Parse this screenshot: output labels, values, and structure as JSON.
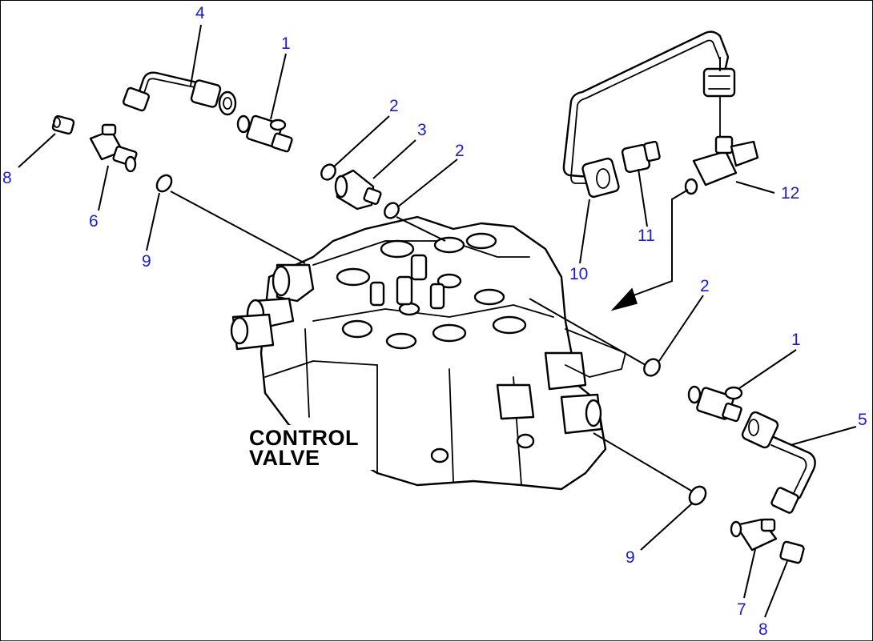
{
  "diagram": {
    "caption_line1": "CONTROL",
    "caption_line2": "VALVE",
    "callouts": [
      "4",
      "1",
      "2",
      "3",
      "2",
      "8",
      "6",
      "9",
      "2",
      "1",
      "5",
      "9",
      "7",
      "8",
      "10",
      "11",
      "12"
    ]
  },
  "colors": {
    "callout": "#1a1ad8",
    "line": "#000000",
    "background": "#ffffff"
  }
}
